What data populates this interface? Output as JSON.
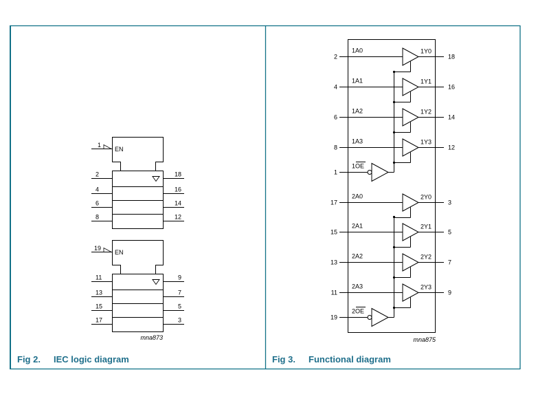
{
  "colors": {
    "frame": "#0e6f86",
    "caption": "#1f6f8b",
    "ink": "#000000"
  },
  "figures": [
    {
      "number": "Fig 2.",
      "title": "IEC logic diagram",
      "code": "mna873",
      "blocks": [
        {
          "enable_pin": "1",
          "enable_label": "EN",
          "rows": [
            {
              "in": "2",
              "out": "18"
            },
            {
              "in": "4",
              "out": "16"
            },
            {
              "in": "6",
              "out": "14"
            },
            {
              "in": "8",
              "out": "12"
            }
          ]
        },
        {
          "enable_pin": "19",
          "enable_label": "EN",
          "rows": [
            {
              "in": "11",
              "out": "9"
            },
            {
              "in": "13",
              "out": "7"
            },
            {
              "in": "15",
              "out": "5"
            },
            {
              "in": "17",
              "out": "3"
            }
          ]
        }
      ]
    },
    {
      "number": "Fig 3.",
      "title": "Functional diagram",
      "code": "mna875",
      "groups": [
        {
          "oe_pin": "1",
          "oe_label": "1OE",
          "buffers": [
            {
              "in_pin": "2",
              "in_label": "1A0",
              "out_label": "1Y0",
              "out_pin": "18"
            },
            {
              "in_pin": "4",
              "in_label": "1A1",
              "out_label": "1Y1",
              "out_pin": "16"
            },
            {
              "in_pin": "6",
              "in_label": "1A2",
              "out_label": "1Y2",
              "out_pin": "14"
            },
            {
              "in_pin": "8",
              "in_label": "1A3",
              "out_label": "1Y3",
              "out_pin": "12"
            }
          ]
        },
        {
          "oe_pin": "19",
          "oe_label": "2OE",
          "buffers": [
            {
              "in_pin": "17",
              "in_label": "2A0",
              "out_label": "2Y0",
              "out_pin": "3"
            },
            {
              "in_pin": "15",
              "in_label": "2A1",
              "out_label": "2Y1",
              "out_pin": "5"
            },
            {
              "in_pin": "13",
              "in_label": "2A2",
              "out_label": "2Y2",
              "out_pin": "7"
            },
            {
              "in_pin": "11",
              "in_label": "2A3",
              "out_label": "2Y3",
              "out_pin": "9"
            }
          ]
        }
      ]
    }
  ]
}
